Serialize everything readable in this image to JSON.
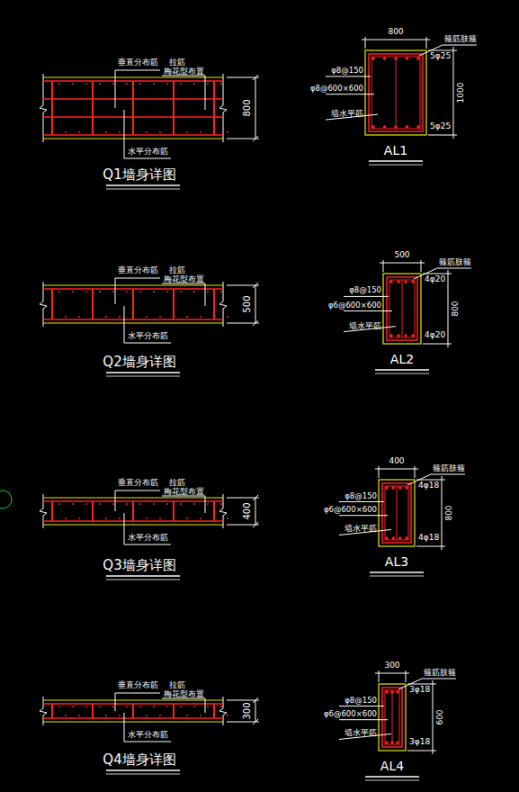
{
  "diagram": {
    "labels": [
      "垂直分布筋",
      "拉筋",
      "梅花型布置",
      "水平分布筋",
      "800",
      "Q1墙身详图",
      "800",
      "箍筋肢箍",
      "φ8@150",
      "φ8@600×600",
      "墙水平筋",
      "5φ25",
      "1000",
      "5φ25",
      "AL1",
      "垂直分布筋",
      "拉筋",
      "梅花型布置",
      "水平分布筋",
      "500",
      "Q2墙身详图",
      "500",
      "箍筋肢箍",
      "φ8@150",
      "φ6@600×600",
      "墙水平筋",
      "4φ20",
      "800",
      "4φ20",
      "AL2",
      "垂直分布筋",
      "拉筋",
      "梅花型布置",
      "水平分布筋",
      "400",
      "Q3墙身详图",
      "400",
      "箍筋肢箍",
      "φ8@150",
      "φ6@600×600",
      "墙水平筋",
      "4φ18",
      "800",
      "4φ18",
      "AL3",
      "垂直分布筋",
      "拉筋",
      "梅花型布置",
      "水平分布筋",
      "300",
      "Q4墙身详图",
      "300",
      "箍筋肢箍",
      "φ8@150",
      "φ6@600×600",
      "墙水平筋",
      "3φ18",
      "600",
      "3φ18",
      "AL4"
    ]
  }
}
